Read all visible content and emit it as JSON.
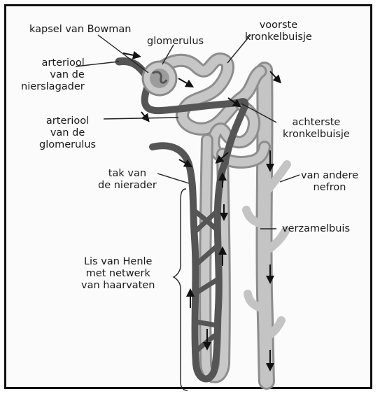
{
  "labels": {
    "kapsel": [
      "kapsel van Bowman"
    ],
    "glomerulus": [
      "glomerulus"
    ],
    "arteriool_nier": [
      "arteriool",
      "van de",
      "nierslagader"
    ],
    "voorste": [
      "voorste",
      "kronkelbuisje"
    ],
    "arteriool_glom": [
      "arteriool",
      "van de",
      "glomerulus"
    ],
    "achterste": [
      "achterste",
      "kronkelbuisje"
    ],
    "tak": [
      "tak van",
      "de nierader"
    ],
    "andere": [
      "van andere",
      "nefron"
    ],
    "verzamelbuis": [
      "verzamelbuis"
    ],
    "henle": [
      "Lis van Henle",
      "met netwerk",
      "van haarvaten"
    ]
  },
  "colors": {
    "vessel": "#5a5a5a",
    "tubule": "#b9b9b9",
    "capsule": "#c8c8c8",
    "line": "#222222"
  }
}
